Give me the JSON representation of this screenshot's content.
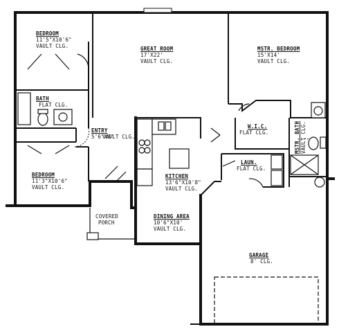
{
  "rooms": {
    "bedroom_north": {
      "name": "BEDROOM",
      "size": "11'5\"X10'6\"",
      "note": "VAULT CLG."
    },
    "great_room": {
      "name": "GREAT ROOM",
      "size": "17'X22'",
      "note": "VAULT CLG."
    },
    "master_bedroom": {
      "name": "MSTR. BEDROOM",
      "size": "15'X14'",
      "note": "VAULT CLG."
    },
    "bath": {
      "name": "BATH",
      "note": "FLAT CLG."
    },
    "entry": {
      "name": "ENTRY",
      "size": "5'6\"X8'",
      "note": "VAULT CLG."
    },
    "wic": {
      "name": "W.I.C.",
      "note": "FLAT CLG."
    },
    "master_bath": {
      "name": "MSTR. BATH",
      "note": "VAULT CLG."
    },
    "bedroom_south": {
      "name": "BEDROOM",
      "size": "11'3\"X10'6\"",
      "note": "VAULT CLG."
    },
    "kitchen": {
      "name": "KITCHEN",
      "size": "13'6\"X10'8\"",
      "note": "VAULT CLG."
    },
    "laundry": {
      "name": "LAUN.",
      "note": "FLAT CLG."
    },
    "covered_porch": {
      "line1": "COVERED",
      "line2": "PORCH"
    },
    "dining_area": {
      "name": "DINING AREA",
      "size": "10'6\"X10'",
      "note": "VAULT CLG."
    },
    "garage": {
      "name": "GARAGE",
      "note": "8' CLG."
    }
  }
}
